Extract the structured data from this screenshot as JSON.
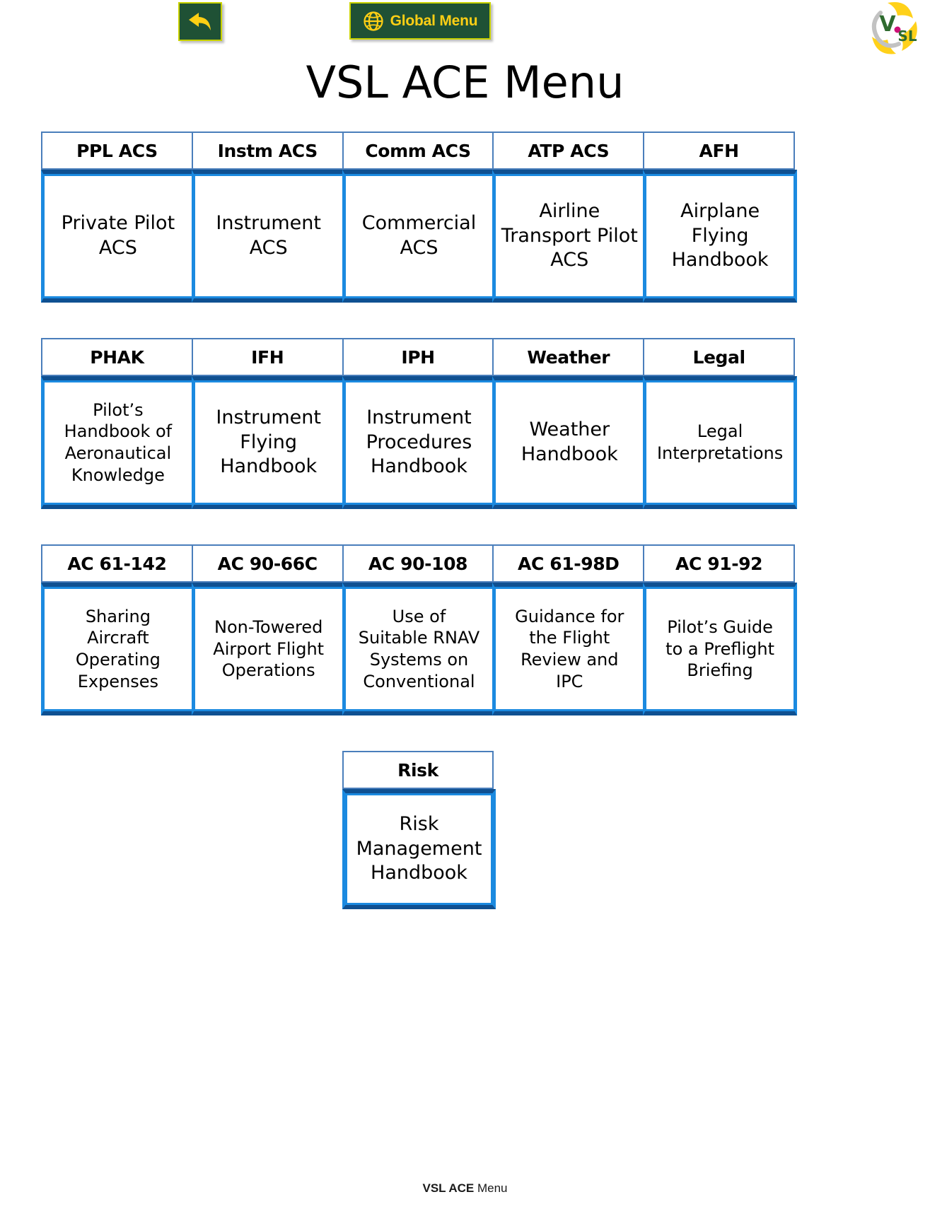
{
  "header": {
    "back_button": {
      "icon": "back-arrow-icon",
      "label": ""
    },
    "global_menu": {
      "icon": "globe-icon",
      "label": "Global Menu"
    },
    "logo": {
      "name": "vsl-logo",
      "letter_v": "V",
      "letter_sl": "SL"
    },
    "colors": {
      "button_bg": "#1f5135",
      "button_border": "#c9d200",
      "button_text": "#ffcf14",
      "logo_yellow": "#ffd11a",
      "logo_green": "#2f6b2f",
      "logo_gray": "#bdbdbd",
      "logo_magenta": "#cc1177"
    }
  },
  "title": "VSL ACE Menu",
  "theme": {
    "header_border": "#4a7ebb",
    "body_border_dark": "#0f5091",
    "body_border_light": "#1b8ae0",
    "page_bg": "#ffffff"
  },
  "rows": [
    {
      "id": "row-acs",
      "cards": [
        {
          "head": "PPL ACS",
          "body": "Private Pilot\nACS",
          "size": "normal"
        },
        {
          "head": "Instm ACS",
          "body": "Instrument\nACS",
          "size": "normal"
        },
        {
          "head": "Comm ACS",
          "body": "Commercial\nACS",
          "size": "normal"
        },
        {
          "head": "ATP ACS",
          "body": "Airline\nTransport Pilot\nACS",
          "size": "normal"
        },
        {
          "head": "AFH",
          "body": "Airplane\nFlying\nHandbook",
          "size": "normal"
        }
      ]
    },
    {
      "id": "row-handbooks",
      "cards": [
        {
          "head": "PHAK",
          "body": "Pilot’s\nHandbook of\nAeronautical\nKnowledge",
          "size": "small"
        },
        {
          "head": "IFH",
          "body": "Instrument\nFlying\nHandbook",
          "size": "normal"
        },
        {
          "head": "IPH",
          "body": "Instrument\nProcedures\nHandbook",
          "size": "normal"
        },
        {
          "head": "Weather",
          "body": "Weather\nHandbook",
          "size": "normal"
        },
        {
          "head": "Legal",
          "body": "Legal\nInterpretations",
          "size": "small"
        }
      ]
    },
    {
      "id": "row-advisory-circulars",
      "cards": [
        {
          "head": "AC 61-142",
          "body": "Sharing\nAircraft\nOperating\nExpenses",
          "size": "small"
        },
        {
          "head": "AC 90-66C",
          "body": "Non-Towered\nAirport Flight\nOperations",
          "size": "small"
        },
        {
          "head": "AC 90-108",
          "body": "Use of\nSuitable RNAV\nSystems on\nConventional",
          "size": "small"
        },
        {
          "head": "AC 61-98D",
          "body": "Guidance for\nthe Flight\nReview and\nIPC",
          "size": "small"
        },
        {
          "head": "AC 91-92",
          "body": "Pilot’s Guide\nto a Preflight\nBriefing",
          "size": "small"
        }
      ]
    },
    {
      "id": "row-risk",
      "cards": [
        {
          "head": "Risk",
          "body": "Risk\nManagement\nHandbook",
          "size": "normal"
        }
      ]
    }
  ],
  "footer": {
    "bold_part": "VSL ACE",
    "rest": " Menu"
  }
}
